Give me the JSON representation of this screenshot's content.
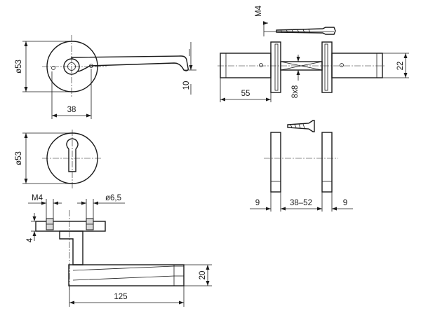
{
  "labels": {
    "rose_diameter": "ø53",
    "rose_width": "38",
    "lever_offset": "10",
    "escutcheon_diameter": "ø53",
    "thread_m4_top": "M4",
    "spindle_square": "8x8",
    "length_55": "55",
    "height_22": "22",
    "gap_9_left": "9",
    "door_thickness": "38–52",
    "gap_9_right": "9",
    "thread_m4_side": "M4",
    "bore_diameter": "ø6,5",
    "depth_4": "4",
    "lever_height": "20",
    "lever_length": "125"
  }
}
